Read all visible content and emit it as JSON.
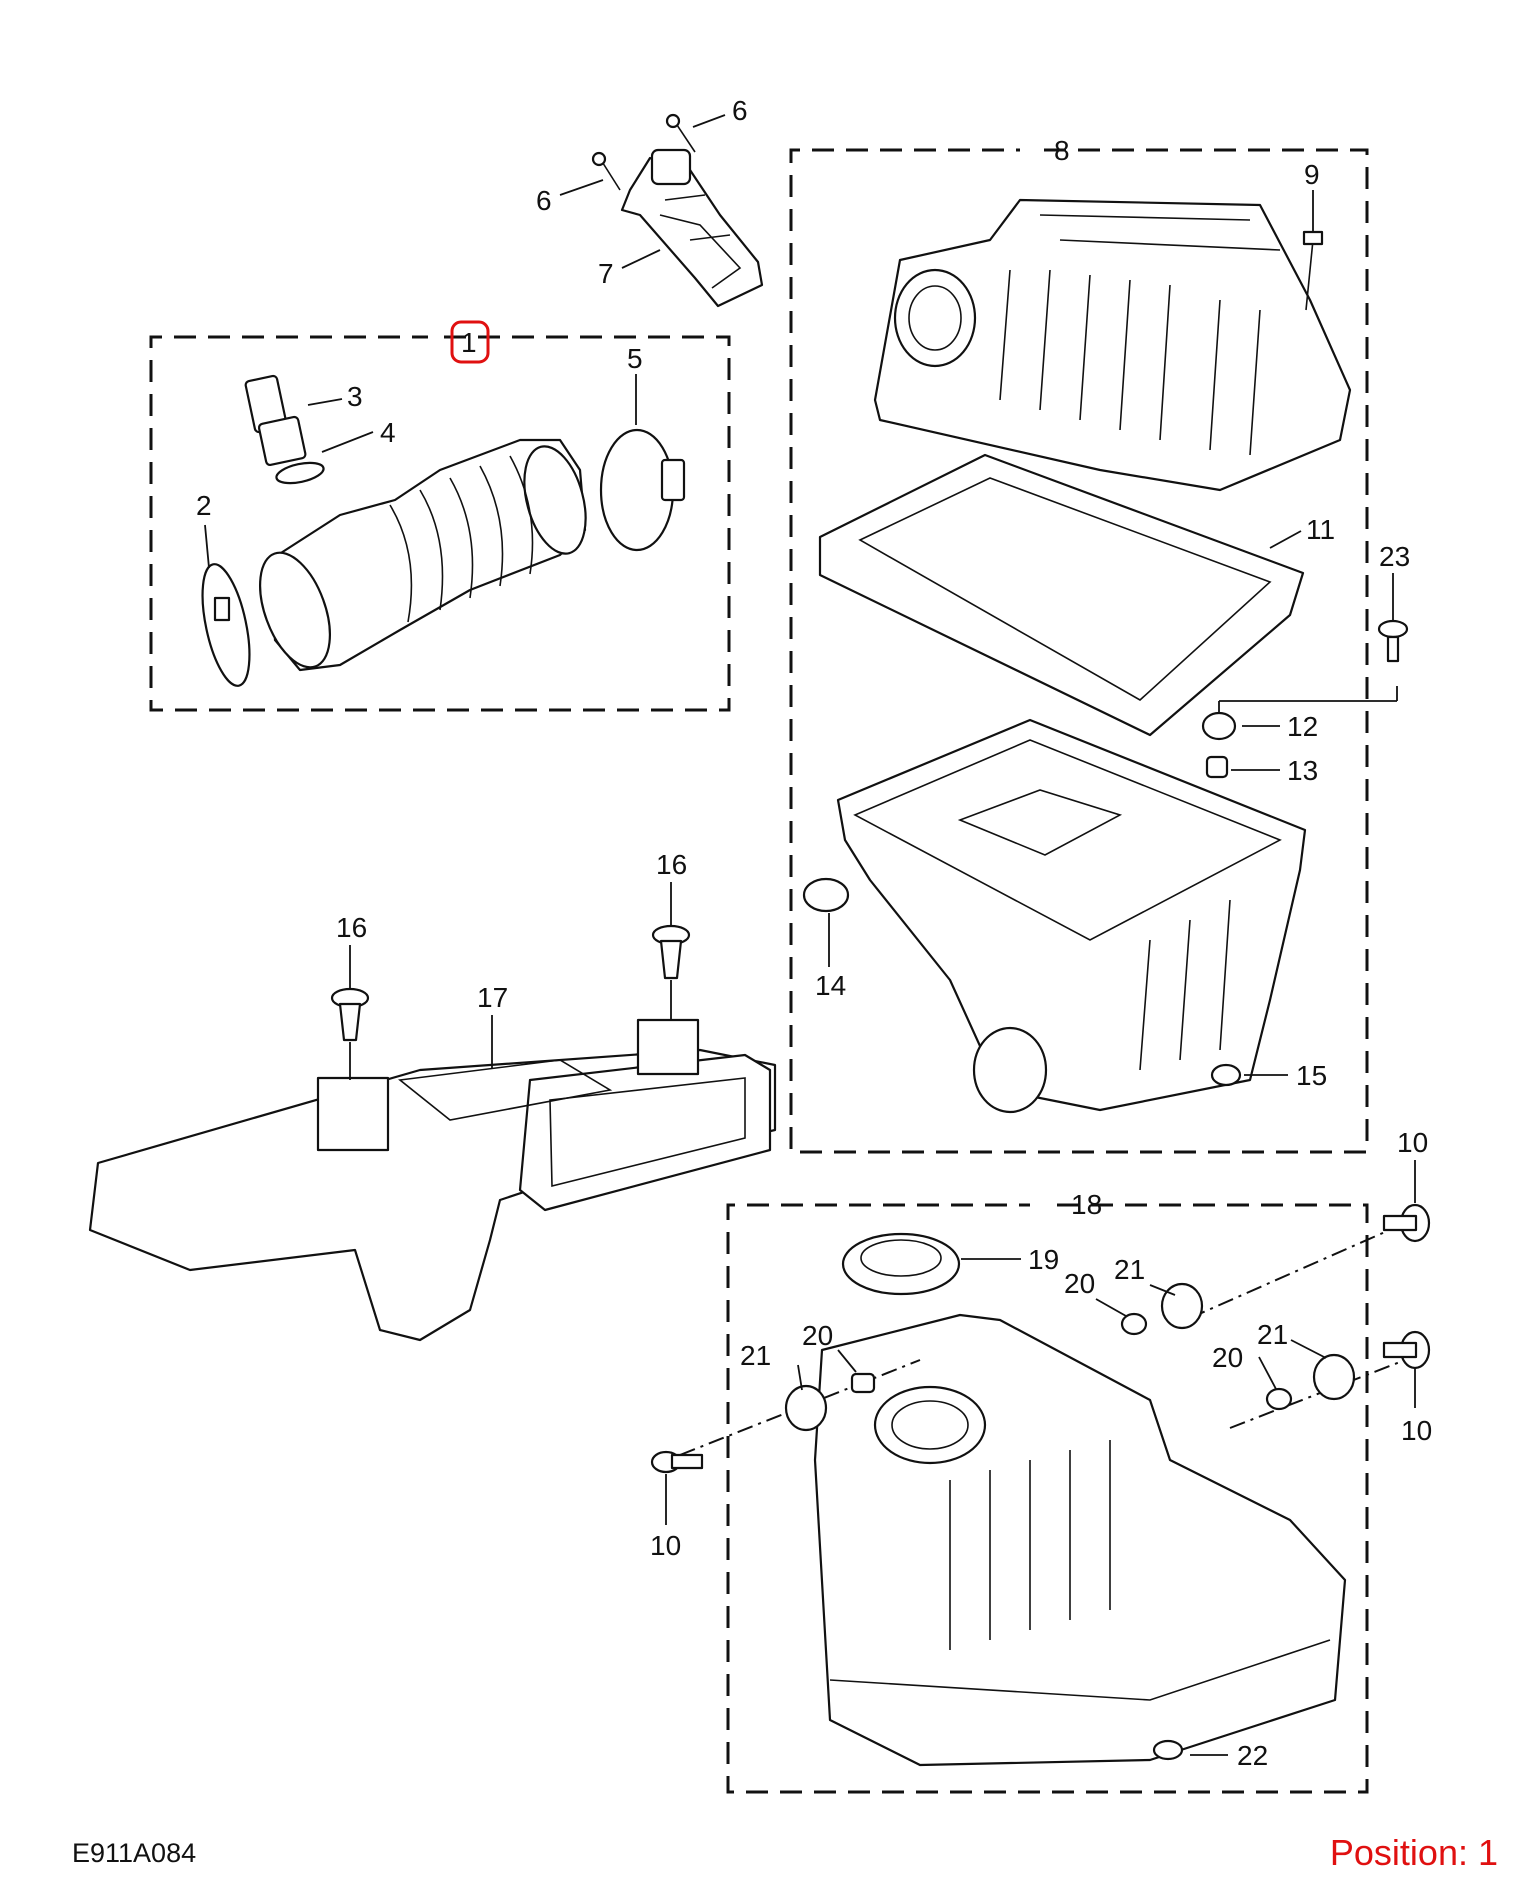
{
  "drawing_code": "E911A084",
  "position_label": "Position: 1",
  "highlight_color": "#e01010",
  "callouts": {
    "c1": "1",
    "c2": "2",
    "c3": "3",
    "c4": "4",
    "c5": "5",
    "c6a": "6",
    "c6b": "6",
    "c7": "7",
    "c8": "8",
    "c9": "9",
    "c10a": "10",
    "c10b": "10",
    "c10c": "10",
    "c11": "11",
    "c12": "12",
    "c13": "13",
    "c14": "14",
    "c15": "15",
    "c16a": "16",
    "c16b": "16",
    "c17": "17",
    "c18": "18",
    "c19": "19",
    "c20a": "20",
    "c20b": "20",
    "c20c": "20",
    "c21a": "21",
    "c21b": "21",
    "c21c": "21",
    "c22": "22",
    "c23": "23"
  }
}
